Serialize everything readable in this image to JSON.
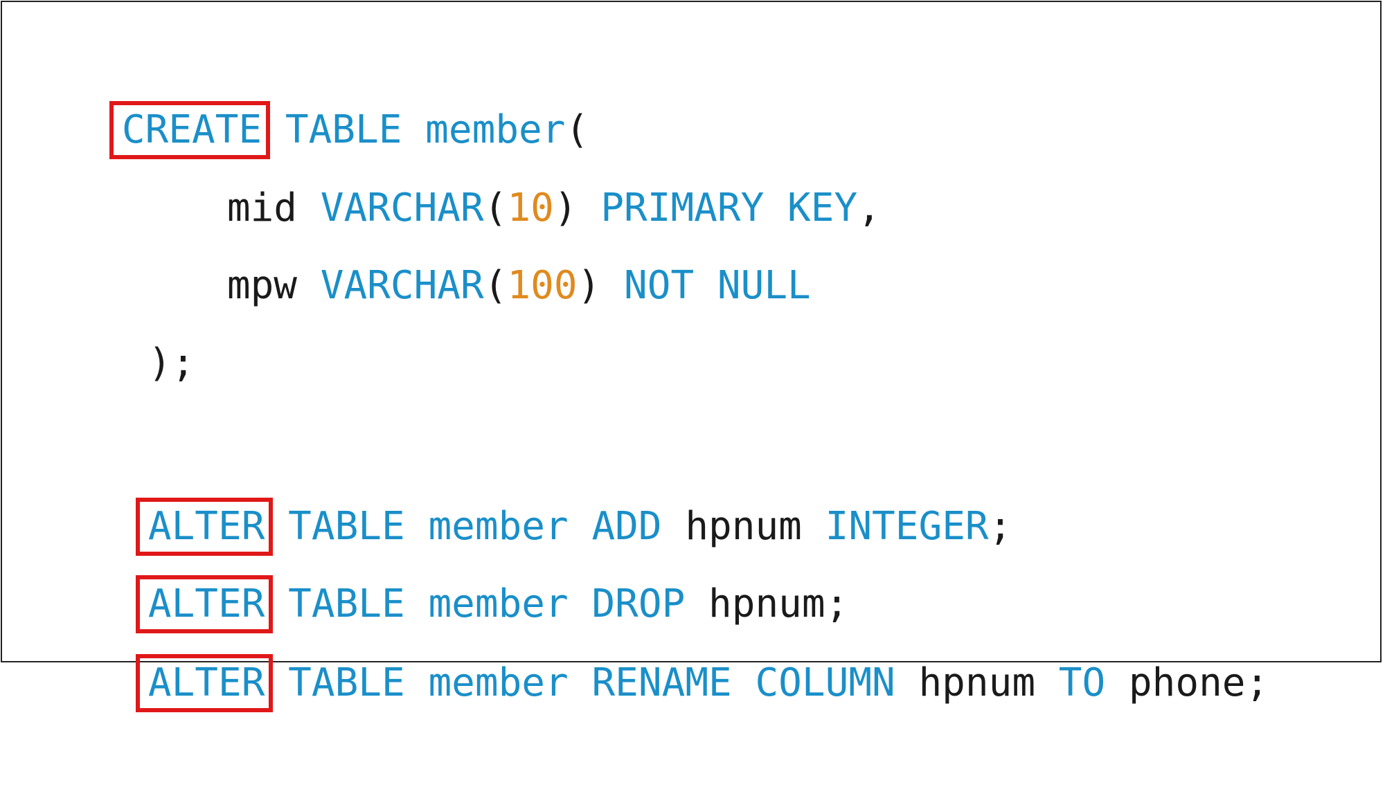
{
  "code": {
    "line1": {
      "create": "CREATE",
      "table": " TABLE ",
      "name": "member",
      "paren": "("
    },
    "line2": {
      "col": "mid",
      "type": " VARCHAR",
      "open": "(",
      "size": "10",
      "close": ")",
      "constraint": " PRIMARY KEY",
      "comma": ","
    },
    "line3": {
      "col": "mpw",
      "type": " VARCHAR",
      "open": "(",
      "size": "100",
      "close": ")",
      "constraint": " NOT NULL"
    },
    "line4": {
      "close": ");"
    },
    "line5": {
      "alter": "ALTER",
      "table": " TABLE member ",
      "action": "ADD",
      "col": " hpnum ",
      "type": "INTEGER",
      "end": ";"
    },
    "line6": {
      "alter": "ALTER",
      "table": " TABLE member ",
      "action": "DROP",
      "col": " hpnum",
      "end": ";"
    },
    "line7": {
      "alter": "ALTER",
      "table": " TABLE member ",
      "action": "RENAME COLUMN",
      "col": " hpnum ",
      "to": "TO",
      "newcol": " phone",
      "end": ";"
    }
  },
  "colors": {
    "keyword": "#1a8fc9",
    "number": "#e08a1e",
    "identifier": "#1a1a1a",
    "highlight_box": "#e01818"
  }
}
